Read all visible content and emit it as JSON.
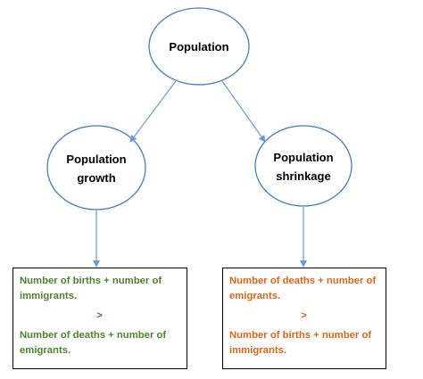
{
  "diagram": {
    "nodes": {
      "population": {
        "label": "Population"
      },
      "growth": {
        "label_lines": [
          "Population",
          "growth"
        ]
      },
      "shrinkage": {
        "label_lines": [
          "Population",
          "shrinkage"
        ]
      }
    },
    "growth_box": {
      "color": "#4f7f32",
      "line1": "Number of births + number of immigrants.",
      "operator": ">",
      "line2": "Number of deaths + number of emigrants."
    },
    "shrinkage_box": {
      "color": "#d9651a",
      "line1": "Number of deaths + number of emigrants.",
      "operator": ">",
      "line2": "Number of births + number of immigrants."
    },
    "colors": {
      "ellipse_stroke": "#4a7ab8",
      "arrow": "#6b9bd2",
      "box_border": "#000000"
    }
  }
}
